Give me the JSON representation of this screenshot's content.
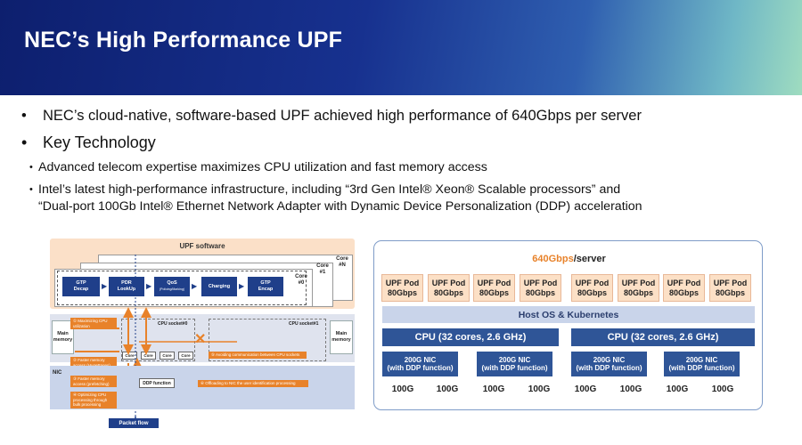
{
  "slide": {
    "title": "NEC’s High Performance UPF"
  },
  "bullets": {
    "main": [
      "NEC’s cloud-native, software-based UPF achieved high performance of 640Gbps per server",
      "Key Technology"
    ],
    "sub": [
      "Advanced telecom expertise maximizes CPU utilization and fast memory access",
      "Intel’s latest high-performance infrastructure, including “3rd Gen Intel® Xeon® Scalable processors” and",
      "“Dual-port 100Gb Intel® Ethernet Network Adapter with Dynamic Device Personalization (DDP) acceleration"
    ],
    "bullet_glyph": "•"
  },
  "left_diagram": {
    "upf_title": "UPF software",
    "cores": [
      "Core\n#N",
      "Core\n#1",
      "Core\n#0"
    ],
    "pipeline": [
      {
        "label": "GTP\nDecap",
        "sub": ""
      },
      {
        "label": "PDR\nLookUp",
        "sub": ""
      },
      {
        "label": "QoS",
        "sub": "(Policing/Marking)"
      },
      {
        "label": "Charging",
        "sub": ""
      },
      {
        "label": "GTP\nEncap",
        "sub": ""
      }
    ],
    "main_memory": "Main\nmemory",
    "socket0": "CPU socket#0",
    "socket1": "CPU socket#1",
    "core_chip": "Core",
    "opt1": "① Maximizing CPU\nutilization",
    "opt2": "② Faster memory\naccess (HugePages)",
    "opt3": "③ Faster memory\naccess (prefetching)",
    "opt4": "④ Optimizing CPU\nprocessing through\nbulk processing",
    "opt5": "⑤ Avoiding communication between CPU sockets",
    "opt6": "⑥ Offloading to NIC the user identification processing",
    "nic": "NIC",
    "ddp": "DDP function",
    "packet_flow": "Packet flow",
    "cross": "✕"
  },
  "right_diagram": {
    "throughput": "640Gbps",
    "per": "/server",
    "pods": [
      "UPF Pod\n80Gbps",
      "UPF Pod\n80Gbps",
      "UPF Pod\n80Gbps",
      "UPF Pod\n80Gbps",
      "UPF Pod\n80Gbps",
      "UPF Pod\n80Gbps",
      "UPF Pod\n80Gbps",
      "UPF Pod\n80Gbps"
    ],
    "host_os": "Host OS & Kubernetes",
    "cpus": [
      "CPU  (32 cores, 2.6 GHz)",
      "CPU  (32 cores, 2.6 GHz)"
    ],
    "nics": [
      "200G NIC\n(with DDP function)",
      "200G NIC\n(with DDP function)",
      "200G NIC\n(with DDP function)",
      "200G NIC\n(with DDP function)"
    ],
    "ports": [
      "100G",
      "100G",
      "100G",
      "100G",
      "100G",
      "100G",
      "100G",
      "100G"
    ]
  },
  "colors": {
    "header_dark": "#0d1f6e",
    "header_light": "#9fdcc0",
    "accent_orange": "#e8822a",
    "navy": "#1f3f8a",
    "cpu_blue": "#2f5597",
    "pod_fill": "#fce0c6"
  }
}
